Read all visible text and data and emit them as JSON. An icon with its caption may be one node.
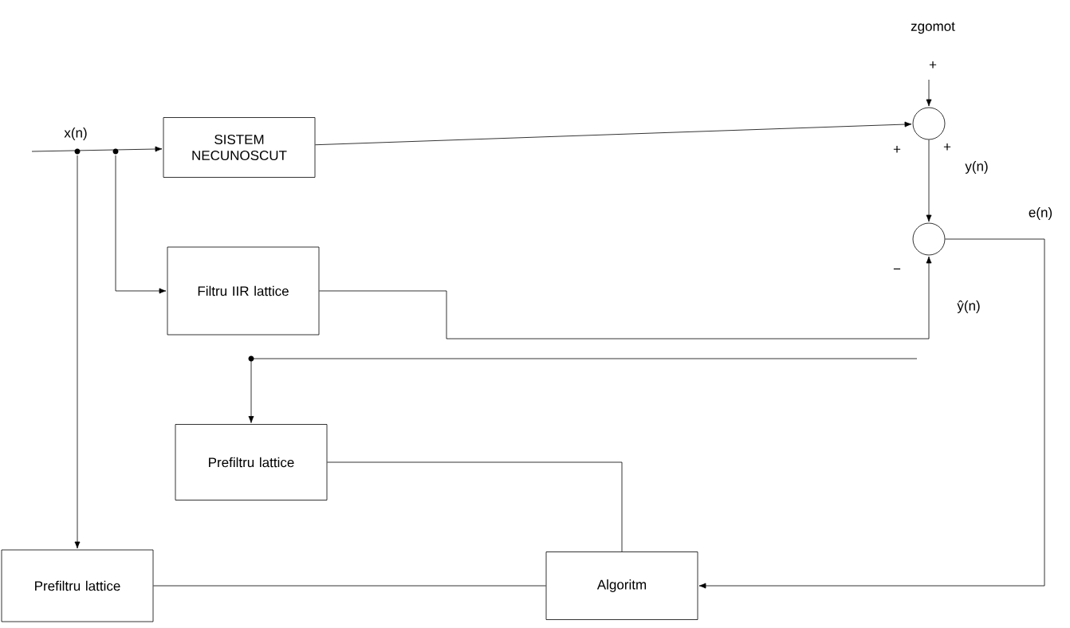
{
  "diagram": {
    "nodes": [
      {
        "text": [
          "SISTEM NECUNOSCUT"
        ]
      },
      {
        "text": [
          "Filtru IIR lattice"
        ]
      },
      {
        "text": [
          "Prefiltru lattice"
        ]
      },
      {
        "text": [
          "Prefiltru lattice"
        ]
      },
      {
        "text": [
          "Algoritm"
        ]
      },
      {
        "text": [],
        "shape": "circle"
      },
      {
        "text": [],
        "shape": "circle"
      }
    ],
    "edges": [
      {
        "from": null,
        "to": 0,
        "arrow": "to",
        "label": "x(n)"
      },
      {
        "from": null,
        "to": 5,
        "arrow": "to"
      },
      {
        "from": 0,
        "to": 5,
        "arrow": "to"
      },
      {
        "from": 5,
        "to": 6,
        "arrow": "to"
      },
      {
        "from": 1,
        "to": 6,
        "arrow": "to"
      },
      {
        "from": 6,
        "to": 4,
        "arrow": "to"
      },
      {
        "from": null,
        "to": 1,
        "arrow": "to"
      },
      {
        "from": null,
        "to": 3,
        "arrow": "to"
      },
      {
        "from": null,
        "to": 2,
        "arrow": "to"
      },
      {
        "from": 2,
        "to": 4,
        "arrow": "none"
      },
      {
        "from": 3,
        "to": 4,
        "arrow": "none"
      }
    ],
    "labels": [
      "zgomot",
      "+",
      "+",
      "+",
      "y(n)",
      "e(n)",
      "−",
      "ŷ(n)"
    ]
  }
}
